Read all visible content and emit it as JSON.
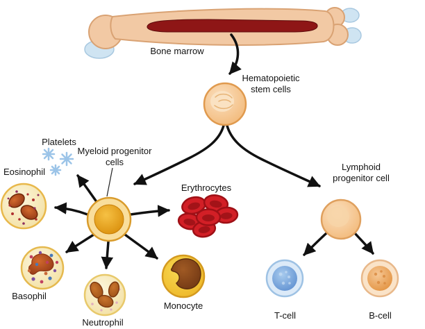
{
  "diagram": {
    "labels": {
      "bone_marrow": "Bone marrow",
      "stem_cells": "Hematopoietic stem cells",
      "platelets": "Platelets",
      "myeloid": "Myeloid progenitor cells",
      "eosinophil": "Eosinophil",
      "erythrocytes": "Erythrocytes",
      "lymphoid": "Lymphoid progenitor cell",
      "basophil": "Basophil",
      "neutrophil": "Neutrophil",
      "monocyte": "Monocyte",
      "t_cell": "T-cell",
      "b_cell": "B-cell"
    },
    "colors": {
      "bone": "#F2C9A4",
      "bone_outline": "#D9A273",
      "marrow": "#8E1616",
      "cartilage": "#CFE4F2",
      "stem_cell": "#F5BE7E",
      "myeloid_core": "#E8A01C",
      "erythrocyte": "#D21F26",
      "platelet": "#9CC4E8",
      "t_cell": "#6E9BD8",
      "b_cell": "#EFA95C",
      "monocyte_nucleus": "#8E4A1E",
      "granulocyte_body": "#FBF4D2",
      "arrow": "#111111"
    }
  }
}
